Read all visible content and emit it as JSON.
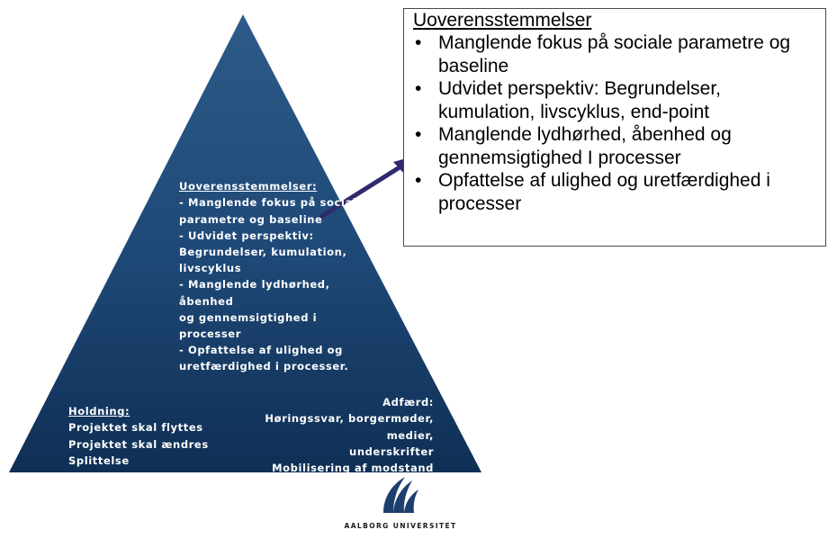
{
  "colors": {
    "pyramid_top": "#27527e",
    "pyramid_bottom": "#0f2f55",
    "arrow": "#2f2a6e",
    "callout_border": "#4a4a4a",
    "logo": "#1d3f6e"
  },
  "pyramid": {
    "center": {
      "title": "Uoverensstemmelser:",
      "body": "- Manglende fokus på sociale\nparametre og baseline\n- Udvidet perspektiv:\nBegrundelser, kumulation,\nlivscyklus\n- Manglende lydhørhed, åbenhed\nog gennemsigtighed i processer\n- Opfattelse af ulighed og\nuretfærdighed i processer."
    },
    "left": {
      "title": "Holdning:",
      "body": "Projektet skal flyttes\nProjektet skal ændres\nSplittelse"
    },
    "right": {
      "title": "Adfærd:",
      "body": "Høringssvar, borgermøder, medier,\nunderskrifter\nMobilisering af modstand\nBrug af ressourcer inkl. ekstern bistand"
    }
  },
  "callout": {
    "title": "Uoverensstemmelser",
    "bullet_glyph": "•",
    "items": [
      "Manglende fokus på sociale parametre og baseline",
      "Udvidet perspektiv: Begrundelser, kumulation, livscyklus, end-point",
      "Manglende lydhørhed, åbenhed og gennemsigtighed I processer",
      "Opfattelse af ulighed og uretfærdighed i processer"
    ]
  },
  "logo": {
    "icon": "aalborg-university-logo-icon",
    "text": "AALBORG UNIVERSITET"
  }
}
